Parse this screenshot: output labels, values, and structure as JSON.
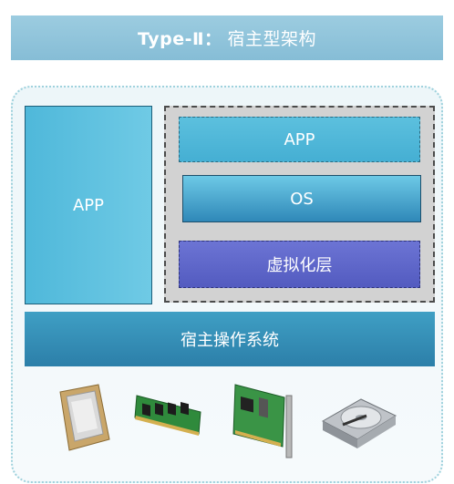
{
  "title": {
    "bold": "Type-Ⅱ：",
    "rest": "宿主型架构"
  },
  "app_left": "APP",
  "guest": {
    "app": "APP",
    "os": "OS"
  },
  "virtualization_layer": "虚拟化层",
  "host_os": "宿主操作系统",
  "hardware_icons": [
    "cpu-icon",
    "memory-module-icon",
    "expansion-card-icon",
    "hard-disk-icon"
  ]
}
